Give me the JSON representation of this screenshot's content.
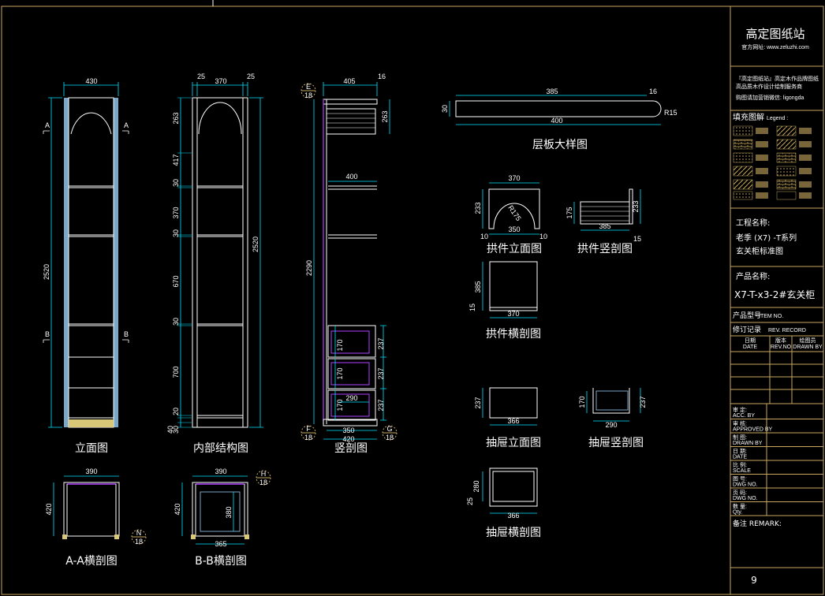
{
  "colors": {
    "background": "#000000",
    "border": "#c8a860",
    "dimension": "#00e5ff",
    "outline": "#ffffff",
    "side_panel": "#7aa6c8",
    "accent_purple": "#b040ff",
    "base_yellow": "#d8c878"
  },
  "views": {
    "elevation": {
      "caption": "立面图",
      "width": "430",
      "height": "2520",
      "section_a": "A",
      "section_b": "B"
    },
    "interior": {
      "caption": "内部结构图",
      "top_left": "25",
      "top_mid": "370",
      "top_right": "25",
      "segments": [
        "263",
        "417",
        "30",
        "370",
        "30",
        "670",
        "30",
        "700",
        "20",
        "40",
        "30"
      ],
      "total": "2520"
    },
    "section": {
      "caption": "竖剖图",
      "top": "405",
      "top_right": "16",
      "shelf": "400",
      "head": "263",
      "height": "2290",
      "drawers": [
        "170",
        "170",
        "170"
      ],
      "drawer_right": [
        "237",
        "237",
        "237"
      ],
      "drawer_depth": "290",
      "bottom_a": "350",
      "bottom_b": "420",
      "tag_e": "E",
      "tag_f": "F",
      "tag_g": "G",
      "tag_num": "18"
    },
    "shelf_detail": {
      "caption": "层板大样图",
      "length": "385",
      "end": "16",
      "total": "400",
      "thickness": "30",
      "radius": "R15"
    },
    "arch_elevation": {
      "caption": "拱件立面图",
      "width": "370",
      "height": "233",
      "radius": "R175",
      "inner": "350",
      "left": "10",
      "right": "10"
    },
    "arch_vertical": {
      "caption": "拱件竖剖图",
      "height_left": "175",
      "height_right": "233",
      "width": "385",
      "end": "15"
    },
    "arch_horizontal": {
      "caption": "拱件横剖图",
      "height": "385",
      "width": "370",
      "side": "15"
    },
    "drawer_elevation": {
      "caption": "抽屉立面图",
      "height": "237",
      "width": "366"
    },
    "drawer_vertical": {
      "caption": "抽屉竖剖图",
      "height_left": "170",
      "width": "290",
      "height_right": "237"
    },
    "drawer_horizontal": {
      "caption": "抽屉横剖图",
      "height": "280",
      "side": "25",
      "width": "366"
    },
    "section_aa": {
      "caption": "A-A横剖图",
      "width": "390",
      "height": "420",
      "tag": "N",
      "tag_num": "18"
    },
    "section_bb": {
      "caption": "B-B横剖图",
      "width": "390",
      "height": "420",
      "inner": "380",
      "bottom": "365",
      "tag": "H",
      "tag_num": "18"
    }
  },
  "title_block": {
    "brand": "高定图纸站",
    "website": "官方网址: www.zeluzhi.com",
    "note_line1": "『高定图纸站』高定木作品牌图纸",
    "note_line2": "高品质木作设计绘制服务商",
    "note_line3": "购图请加营销微信: ligongda",
    "legend_label": "填充图解",
    "legend_en": "Legend :",
    "project_label": "工程名称:",
    "project_line1": "老季 (X7) -T系列",
    "project_line2": "玄关柜标准图",
    "product_label": "产品名称:",
    "product_value": "X7-T-x3-2#玄关柜",
    "model_label": "产品型号",
    "model_en": "ITEM NO.",
    "rev_label": "修订记录",
    "rev_en": "REV. RECORD",
    "rev_cols": [
      "日期\nDATE",
      "版本\nREV.NO",
      "绘图员\nDRAWN BY"
    ],
    "sign_rows": [
      {
        "cn": "审  定:",
        "en": "ACC. BY"
      },
      {
        "cn": "审  核:",
        "en": "APPROVED BY"
      },
      {
        "cn": "制  图:",
        "en": "DRAWN BY"
      },
      {
        "cn": "日  期:",
        "en": "DATE"
      },
      {
        "cn": "比  例:",
        "en": "SCALE"
      },
      {
        "cn": "图  号:",
        "en": "DWG  NO."
      },
      {
        "cn": "页  码:",
        "en": "DWG  NO."
      },
      {
        "cn": "数  量:",
        "en": "Qty."
      }
    ],
    "remark": "备注 REMARK:",
    "page": "9"
  }
}
